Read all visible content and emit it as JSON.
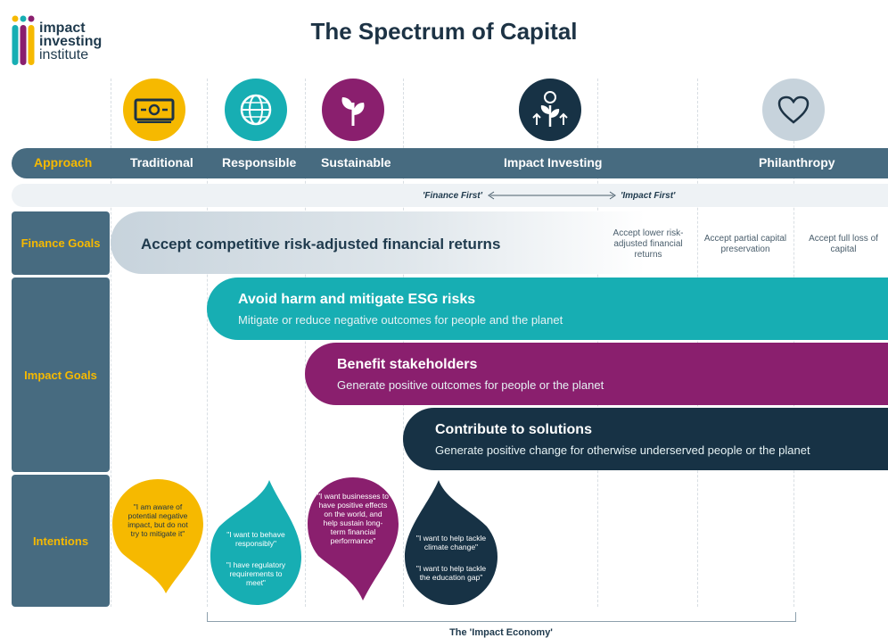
{
  "logo": {
    "line1": "impact",
    "line2": "investing",
    "line3": "institute"
  },
  "title": "The Spectrum of Capital",
  "icons": [
    "cash-icon",
    "globe-icon",
    "plant-icon",
    "plant-coin-growth-icon",
    "heart-icon"
  ],
  "colors": {
    "navy": "#1b3448",
    "slate": "#476b80",
    "yellow": "#f6b900",
    "teal": "#17aeb3",
    "purple": "#8a1f6e",
    "dark_navy": "#173245",
    "grey": "#c7d3dc"
  },
  "approach": {
    "label": "Approach",
    "columns": [
      "Traditional",
      "Responsible",
      "Sustainable",
      "Impact Investing",
      "Philanthropy"
    ]
  },
  "finance_first": "'Finance First'",
  "impact_first": "'Impact First'",
  "rows": {
    "finance": "Finance Goals",
    "impact": "Impact Goals",
    "intentions": "Intentions"
  },
  "finance_goals": {
    "main": "Accept competitive risk-adjusted financial returns",
    "lower": "Accept lower risk-adjusted financial returns",
    "partial": "Accept partial capital preservation",
    "full": "Accept full loss of capital"
  },
  "impact_goals": [
    {
      "title": "Avoid harm and mitigate ESG risks",
      "sub": "Mitigate or reduce negative outcomes for people and the planet"
    },
    {
      "title": "Benefit stakeholders",
      "sub": "Generate positive outcomes for people or the planet"
    },
    {
      "title": "Contribute to solutions",
      "sub": "Generate positive change for otherwise underserved people or the planet"
    }
  ],
  "intentions": {
    "traditional": "\"I am aware of potential negative impact, but do not try to mitigate it\"",
    "responsible_1": "\"I want to behave responsibly\"",
    "responsible_2": "\"I have regulatory requirements to meet\"",
    "sustainable": "\"I want businesses to have positive effects on the world, and help sustain long-term financial performance\"",
    "impact_1": "\"I want to help tackle climate change\"",
    "impact_2": "\"I want to help tackle the education gap\""
  },
  "impact_economy": "The 'Impact Economy'"
}
